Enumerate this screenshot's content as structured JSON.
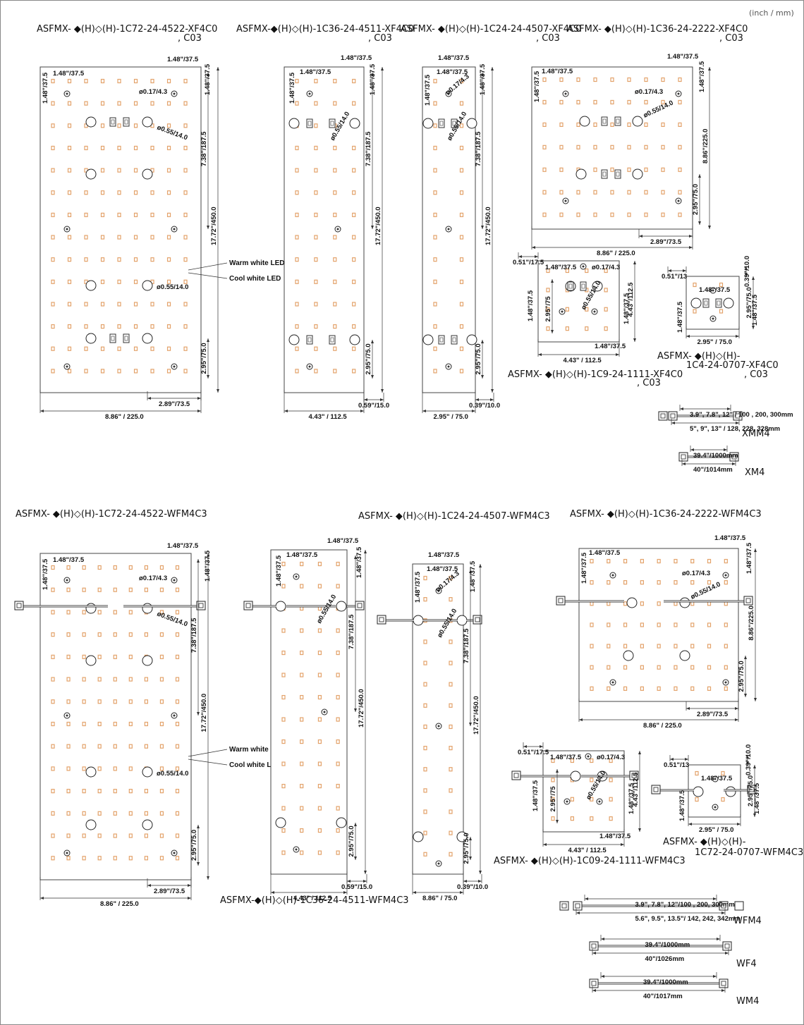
{
  "unit_note": "(inch / mm)",
  "boards": [
    {
      "id": "b1",
      "title": "ASFMX- ◆(H)◇(H)-1C72-24-4522-XF4C0",
      "title2": ", C03",
      "dims": {
        "w": "8.86\" / 225.0",
        "h": "17.72\"/450.0",
        "pitch_x": "1.48\"/37.5",
        "pitch_y": "1.48\"/37.5",
        "top_pitch": "1.48\"/37.5",
        "side_pitch": "1.48\"/37.5",
        "hole": "ø0.17/4.3",
        "lens": "ø0.55/14.0",
        "lens2": "ø0.55/14.0",
        "h2": "7.38\"/187.5",
        "h3": "2.95\"/75.0",
        "w2": "2.89\"/73.5"
      },
      "legend_warm": "Warm white LED",
      "legend_cool": "Cool white LED"
    },
    {
      "id": "b2",
      "title": "ASFMX-◆(H)◇(H)-1C36-24-4511-XF4C0",
      "title2": ", C03",
      "dims": {
        "w": "4.43\" / 112.5",
        "h": "17.72\"/450.0",
        "pitch_x": "1.48\"/37.5",
        "pitch_y": "1.48\"/37.5",
        "top_pitch": "1.48\"/37.5",
        "side_pitch": "1.48\"/37.5",
        "lens": "ø0.55/14.0",
        "h2": "7.38\"/187.5",
        "h3": "2.95\"/75.0",
        "w3": "0.59\"/15.0"
      }
    },
    {
      "id": "b3",
      "title": "ASFMX- ◆(H)◇(H)-1C24-24-4507-XF4C0",
      "title2": ", C03",
      "dims": {
        "w": "2.95\" / 75.0",
        "h": "17.72\"/450.0",
        "pitch_x": "1.48\"/37.5",
        "pitch_y": "1.48\"/37.5",
        "top_pitch": "1.48\"/37.5",
        "side_pitch": "1.48\"/37.5",
        "hole": "ø0.17/4.3",
        "lens": "ø0.55/14.0",
        "h2": "7.38\"/187.5",
        "h3": "2.95\"/75.0",
        "w3": "0.39\"/10.0"
      }
    },
    {
      "id": "b4",
      "title": "ASFMX- ◆(H)◇(H)-1C36-24-2222-XF4C0",
      "title2": ", C03",
      "dims": {
        "w": "8.86\" / 225.0",
        "h": "8.86\"/225.0",
        "pitch_x": "1.48\"/37.5",
        "pitch_y": "1.48\"/37.5",
        "top_pitch": "1.48\"/37.5",
        "side_pitch": "1.48\"/37.5",
        "hole": "ø0.17/4.3",
        "lens": "ø0.55/14.0",
        "h3": "2.95\"/75.0",
        "w2": "2.89\"/73.5"
      }
    },
    {
      "id": "b5",
      "title": "ASFMX- ◆(H)◇(H)-1C9-24-1111-XF4C0",
      "title2": ", C03",
      "dims": {
        "w": "4.43\" / 112.5",
        "h": "4.43\"/112.5",
        "edge": "0.51\"/17.5",
        "pitch_x": "1.48\"/37.5",
        "pitch_y": "1.48\"/37.5",
        "pitch_b": "1.48\"/37.5",
        "pitch_r": "1.48\"/37.5",
        "hole": "ø0.17/4.3",
        "lens": "ø0.55/14.0",
        "h3": "2.95\"/75"
      }
    },
    {
      "id": "b6",
      "title": "ASFMX- ◆(H)◇(H)-",
      "title2": "1C4-24-0707-XF4C0",
      "title3": ", C03",
      "dims": {
        "w": "2.95\" / 75.0",
        "h": "2.95\"/75.0",
        "edge": "0.51\"/13",
        "top": "0.39\"/10.0",
        "pitch_x": "1.48\"/37.5",
        "pitch_y": "1.48\"/37.5",
        "pitch_r": "1.48\"/37.5"
      }
    },
    {
      "id": "b7",
      "title": "ASFMX- ◆(H)◇(H)-1C72-24-4522-WFM4C3",
      "dims": {
        "w": "8.86\" / 225.0",
        "h": "17.72\"/450.0",
        "pitch_x": "1.48\"/37.5",
        "pitch_y": "1.48\"/37.5",
        "top_pitch": "1.48\"/37.5",
        "side_pitch": "1.48\"/37.5",
        "hole": "ø0.17/4.3",
        "lens": "ø0.55/14.0",
        "lens2": "ø0.55/14.0",
        "h2": "7.38\"/187.5",
        "h3": "2.95\"/75.0",
        "w2": "2.89\"/73.5"
      },
      "legend_warm": "Warm white LED",
      "legend_cool": "Cool white LED"
    },
    {
      "id": "b8",
      "title": "ASFMX-◆(H)◇(H)-1C36-24-4511-WFM4C3",
      "dims": {
        "w": "4.43\" / 112.5",
        "h": "17.72\"/450.0",
        "pitch_x": "1.48\"/37.5",
        "pitch_y": "1.48\"/37.5",
        "top_pitch": "1.48\"/37.5",
        "side_pitch": "1.48\"/37.5",
        "lens": "ø0.55/14.0",
        "h2": "7.38\"/187.5",
        "h3": "2.95\"/75.0",
        "w3": "0.59\"/15.0"
      }
    },
    {
      "id": "b9",
      "title": "ASFMX- ◆(H)◇(H)-1C24-24-4507-WFM4C3",
      "dims": {
        "w": "8.86\" / 75.0",
        "h": "17.72\"/450.0",
        "pitch_x": "1.48\"/37.5",
        "pitch_y": "1.48\"/37.5",
        "top_pitch": "1.48\"/37.5",
        "side_pitch": "1.48\"/37.5",
        "hole": "ø0.17/4.3",
        "lens": "ø0.55/14.0",
        "h2": "7.38\"/187.5",
        "h3": "2.95\"/75.0",
        "w3": "0.39\"/10.0"
      }
    },
    {
      "id": "b10",
      "title": "ASFMX- ◆(H)◇(H)-1C36-24-2222-WFM4C3",
      "dims": {
        "w": "8.86\" / 225.0",
        "h": "8.86\"/225.0",
        "pitch_x": "1.48\"/37.5",
        "pitch_y": "1.48\"/37.5",
        "top_pitch": "1.48\"/37.5",
        "side_pitch": "1.48\"/37.5",
        "hole": "ø0.17/4.3",
        "lens": "ø0.55/14.0",
        "h3": "2.95\"/75.0",
        "w2": "2.89\"/73.5"
      }
    },
    {
      "id": "b11",
      "title": "ASFMX- ◆(H)◇(H)-1C09-24-1111-WFM4C3",
      "dims": {
        "w": "4.43\" / 112.5",
        "h": "4.43\"/112.5",
        "edge": "0.51\"/17.5",
        "pitch_x": "1.48\"/37.5",
        "pitch_y": "1.48\"/37.5",
        "pitch_b": "1.48\"/37.5",
        "pitch_r": "1.48\"/37.5",
        "hole": "ø0.17/4.3",
        "lens": "ø0.55/14.0",
        "h3": "2.95\"/75"
      }
    },
    {
      "id": "b12",
      "title": "ASFMX- ◆(H)◇(H)-",
      "title2": "1C72-24-0707-WFM4C3",
      "dims": {
        "w": "2.95\" / 75.0",
        "h": "2.95\"/75.0",
        "edge": "0.51\"/13",
        "top": "0.39\"/10.0",
        "pitch_x": "1.48\"/37.5",
        "pitch_y": "1.48\"/37.5",
        "pitch_r": "1.48\"/37.5"
      }
    }
  ],
  "cables": [
    {
      "id": "c1",
      "name": "XMM4",
      "top": "3.9\", 7.8\", 12\" / 100 , 200, 300mm",
      "bottom": "5\", 9\", 13\" / 128, 228, 328mm"
    },
    {
      "id": "c2",
      "name": "XM4",
      "top": "39.4\"/1000mm",
      "bottom": "40\"/1014mm"
    },
    {
      "id": "c3",
      "name": "WFM4",
      "top": "3.9\", 7.8\", 12\"/100 , 200, 300mm",
      "bottom": "5.6\", 9.5\", 13.5\"/ 142, 242, 342mm"
    },
    {
      "id": "c4",
      "name": "WF4",
      "top": "39.4\"/1000mm",
      "bottom": "40\"/1026mm"
    },
    {
      "id": "c5",
      "name": "WM4",
      "top": "39.4\"/1000mm",
      "bottom": "40\"/1017mm"
    }
  ],
  "colors": {
    "warm_led": "#e3a26a",
    "line": "#333333",
    "board": "#444444"
  }
}
